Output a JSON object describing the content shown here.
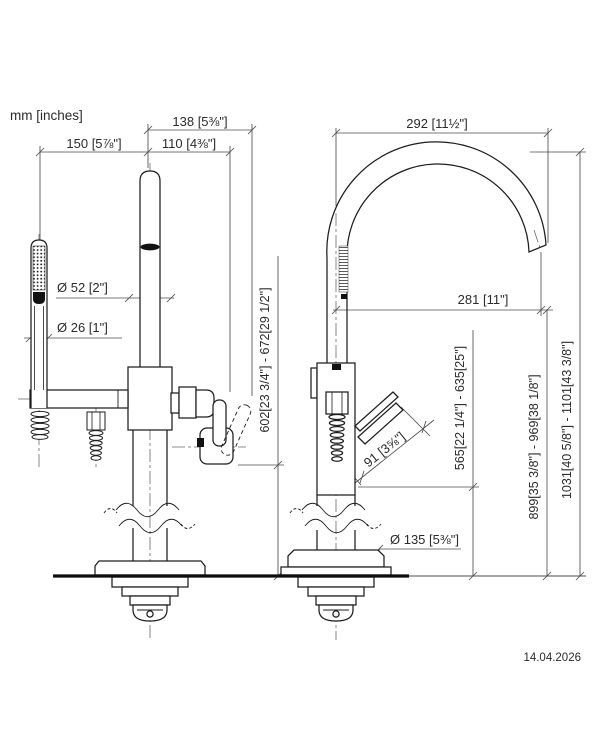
{
  "meta": {
    "units_note": "mm [inches]",
    "date": "14.04.2026"
  },
  "colors": {
    "object_line": "#1d1d1d",
    "dimension_line": "#4d4d4d",
    "text": "#2b2b2b",
    "background": "#ffffff"
  },
  "dims": {
    "w150": "150 [5⅞\"]",
    "w138": "138 [5⅜\"]",
    "w110": "110 [4⅜\"]",
    "w292": "292 [11½\"]",
    "dia52": "Ø 52 [2\"]",
    "dia26": "Ø 26 [1\"]",
    "reach281": "281 [11\"]",
    "h602": "602[23 3/4\"] - 672[29 1/2\"]",
    "h565": "565[22 1/4\"] - 635[25\"]",
    "h899": "899[35 3/8\"] - 969[38 1/8\"]",
    "h1031": "1031[40 5/8\"] - 1101[43 3/8\"]",
    "a91": "91 [3⅝\"]",
    "dia135": "Ø 135 [5⅜\"]"
  }
}
